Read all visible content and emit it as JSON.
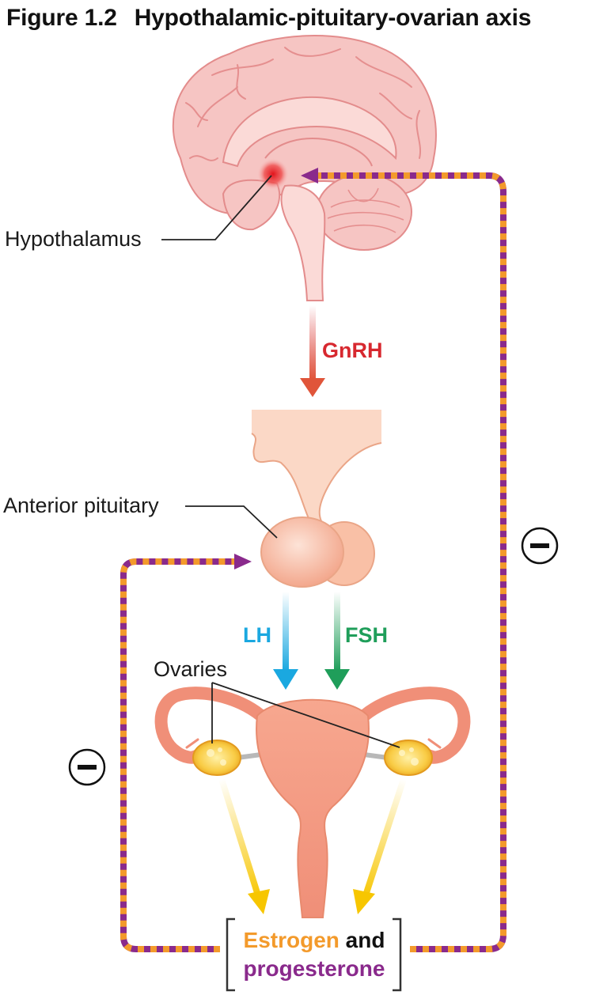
{
  "title": {
    "figure_number": "Figure 1.2",
    "text": "Hypothalamic-pituitary-ovarian axis"
  },
  "labels": {
    "hypothalamus": "Hypothalamus",
    "anterior_pituitary": "Anterior pituitary",
    "ovaries": "Ovaries"
  },
  "hormones": {
    "gnrh": "GnRH",
    "lh": "LH",
    "fsh": "FSH",
    "estrogen": "Estrogen",
    "and": "and",
    "progesterone": "progesterone"
  },
  "feedback": {
    "left_symbol": "−",
    "right_symbol": "−"
  },
  "colors": {
    "gnrh": "#d7282f",
    "lh": "#1aa8e0",
    "fsh": "#1f9e5a",
    "estrogen": "#f39a2b",
    "progesterone": "#8a2a8c",
    "estrogen_arrow": "#f7c600",
    "brain": "#f6c5c3",
    "tissue": "#f3a38a"
  }
}
